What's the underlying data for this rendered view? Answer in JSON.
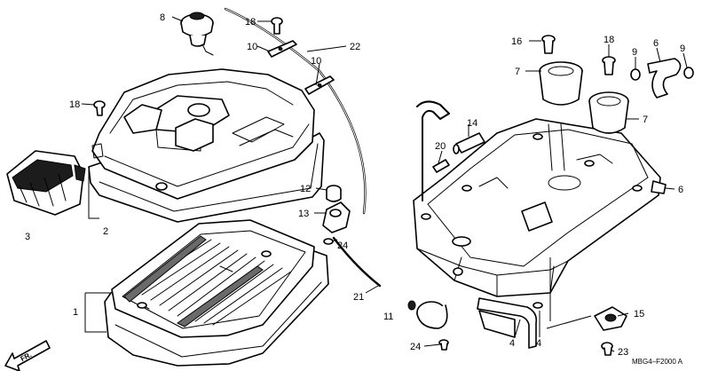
{
  "diagram": {
    "callouts": {
      "c1": "1",
      "c2": "2",
      "c3": "3",
      "c4a": "4",
      "c4b": "4",
      "c6a": "6",
      "c6b": "6",
      "c7a": "7",
      "c7b": "7",
      "c8": "8",
      "c9a": "9",
      "c9b": "9",
      "c10a": "10",
      "c10b": "10",
      "c11": "11",
      "c12": "12",
      "c13": "13",
      "c14": "14",
      "c15": "15",
      "c16": "16",
      "c18a": "18",
      "c18b": "18",
      "c18c": "18",
      "c20": "20",
      "c21": "21",
      "c22": "22",
      "c23": "23",
      "c24a": "24",
      "c24b": "24"
    },
    "direction_mark": "FR.",
    "figure_code": "MBG4–F2000 A"
  }
}
